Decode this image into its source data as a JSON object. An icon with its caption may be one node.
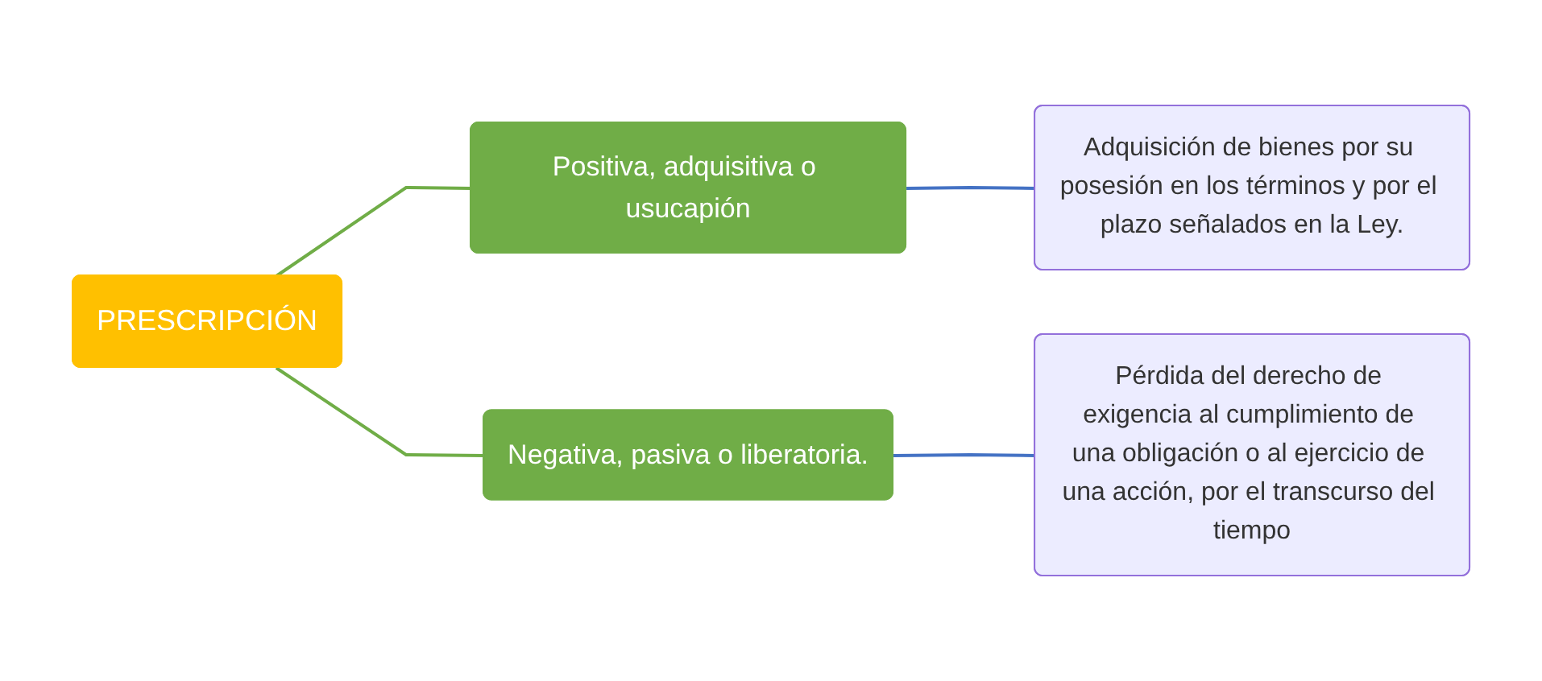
{
  "diagram": {
    "nodes": [
      {
        "text": [
          "PRESCRIPCIÓN"
        ]
      },
      {
        "text": [
          "Positiva, adquisitiva o usucapión"
        ]
      },
      {
        "text": [
          "Negativa, pasiva o liberatoria."
        ]
      },
      {
        "text": [
          "Adquisición de bienes por su posesión en los términos y por el plazo señalados en la Ley."
        ]
      },
      {
        "text": [
          "Pérdida del derecho de exigencia al cumplimiento de una obligación o al ejercicio de una acción, por el transcurso del tiempo"
        ]
      }
    ],
    "edges": [
      {
        "from": 0,
        "to": 1,
        "arrow": "none",
        "color": "#70ad47"
      },
      {
        "from": 0,
        "to": 2,
        "arrow": "none",
        "color": "#70ad47"
      },
      {
        "from": 1,
        "to": 3,
        "arrow": "none",
        "color": "#4472c4"
      },
      {
        "from": 2,
        "to": 4,
        "arrow": "none",
        "color": "#4472c4"
      }
    ]
  }
}
